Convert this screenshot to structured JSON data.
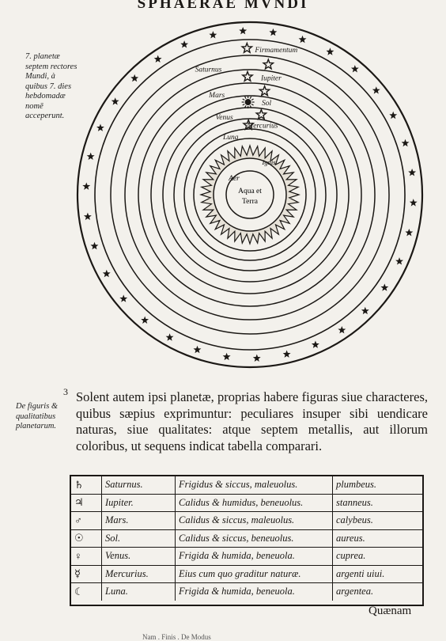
{
  "header": {
    "title": "SPHAERAE MVNDI"
  },
  "diagram": {
    "spheres": [
      {
        "label": "Firmamentum",
        "symbol": "star"
      },
      {
        "label": "Saturnus",
        "symbol": "star"
      },
      {
        "label": "Iupiter",
        "symbol": "star"
      },
      {
        "label": "Mars",
        "symbol": "star"
      },
      {
        "label": "Sol",
        "symbol": "sun"
      },
      {
        "label": "Venus",
        "symbol": "star"
      },
      {
        "label": "Mercurius",
        "symbol": "star"
      },
      {
        "label": "Luna",
        "symbol": "moon"
      }
    ],
    "elements": {
      "fire": "Ignis",
      "air": "Aer",
      "water_earth": "Aqua et Terra"
    }
  },
  "margin_notes": {
    "planets": "7. planetæ septem rectores Mundi, à quibus 7. dies hebdomadæ nomē acceperunt.",
    "figures": "De figuris & qualitatibus planetarum."
  },
  "paragraph": {
    "number": "3",
    "text": "Solent autem ipsi planetæ, proprias habere figuras siue characteres, quibus sæpius exprimuntur: peculiares insuper sibi uendicare naturas, siue qualitates: atque septem metallis, aut illorum coloribus, ut sequens indicat tabella comparari."
  },
  "table": {
    "rows": [
      {
        "symbol": "♄",
        "name": "Saturnus.",
        "quality": "Frigidus & siccus, maleuolus.",
        "metal": "plumbeus."
      },
      {
        "symbol": "♃",
        "name": "Iupiter.",
        "quality": "Calidus & humidus, beneuolus.",
        "metal": "stanneus."
      },
      {
        "symbol": "♂",
        "name": "Mars.",
        "quality": "Calidus & siccus, maleuolus.",
        "metal": "calybeus."
      },
      {
        "symbol": "☉",
        "name": "Sol.",
        "quality": "Calidus & siccus, beneuolus.",
        "metal": "aureus."
      },
      {
        "symbol": "♀",
        "name": "Venus.",
        "quality": "Frigida & humida, beneuola.",
        "metal": "cuprea."
      },
      {
        "symbol": "☿",
        "name": "Mercurius.",
        "quality": "Eius cum quo graditur naturæ.",
        "metal": "argenti uiui."
      },
      {
        "symbol": "☾",
        "name": "Luna.",
        "quality": "Frigida & humida, beneuola.",
        "metal": "argentea."
      }
    ]
  },
  "catchword": "Quænam",
  "bottom_fragment": "Nam . Finis . De Modus"
}
